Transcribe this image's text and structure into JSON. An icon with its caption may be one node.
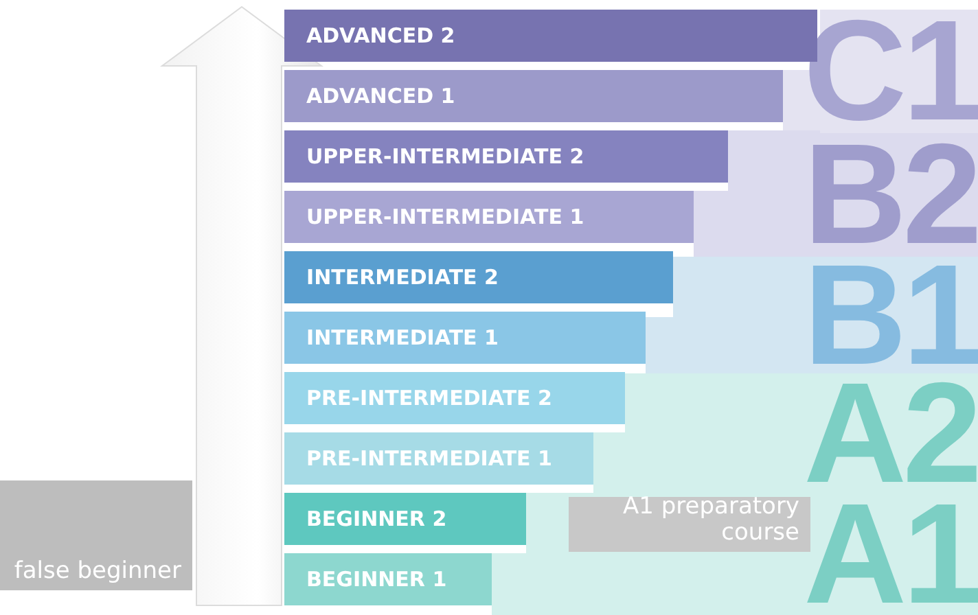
{
  "diagram": {
    "nodes": [
      {
        "text": [
          "ADVANCED 2"
        ]
      },
      {
        "text": [
          "ADVANCED 1"
        ]
      },
      {
        "text": [
          "UPPER-INTERMEDIATE 2"
        ]
      },
      {
        "text": [
          "UPPER-INTERMEDIATE 1"
        ]
      },
      {
        "text": [
          "INTERMEDIATE 2"
        ]
      },
      {
        "text": [
          "INTERMEDIATE 1"
        ]
      },
      {
        "text": [
          "PRE-INTERMEDIATE 2"
        ]
      },
      {
        "text": [
          "PRE-INTERMEDIATE 1"
        ]
      },
      {
        "text": [
          "BEGINNER 2"
        ]
      },
      {
        "text": [
          "BEGINNER 1"
        ]
      },
      {
        "text": [
          "C1"
        ]
      },
      {
        "text": [
          "B2"
        ]
      },
      {
        "text": [
          "B1"
        ]
      },
      {
        "text": [
          "A2"
        ]
      },
      {
        "text": [
          "A1"
        ]
      },
      {
        "text": [
          "A1 preparatory course"
        ]
      },
      {
        "text": [
          "false beginner"
        ]
      }
    ]
  }
}
